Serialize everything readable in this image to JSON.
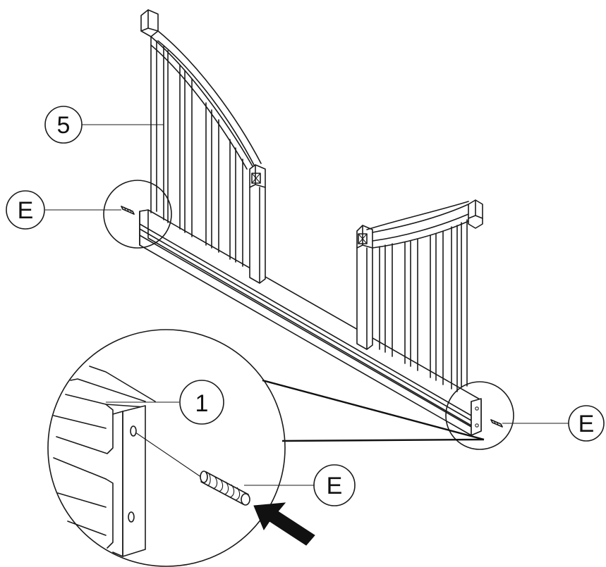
{
  "callouts": {
    "part_5": "5",
    "part_1": "1",
    "hardware_e_left": "E",
    "hardware_e_right": "E",
    "hardware_e_detail": "E"
  },
  "colors": {
    "line": "#1a1a1a",
    "background": "#ffffff",
    "arrow": "#111111"
  },
  "icons": {
    "insert_direction": "arrow-icon"
  }
}
